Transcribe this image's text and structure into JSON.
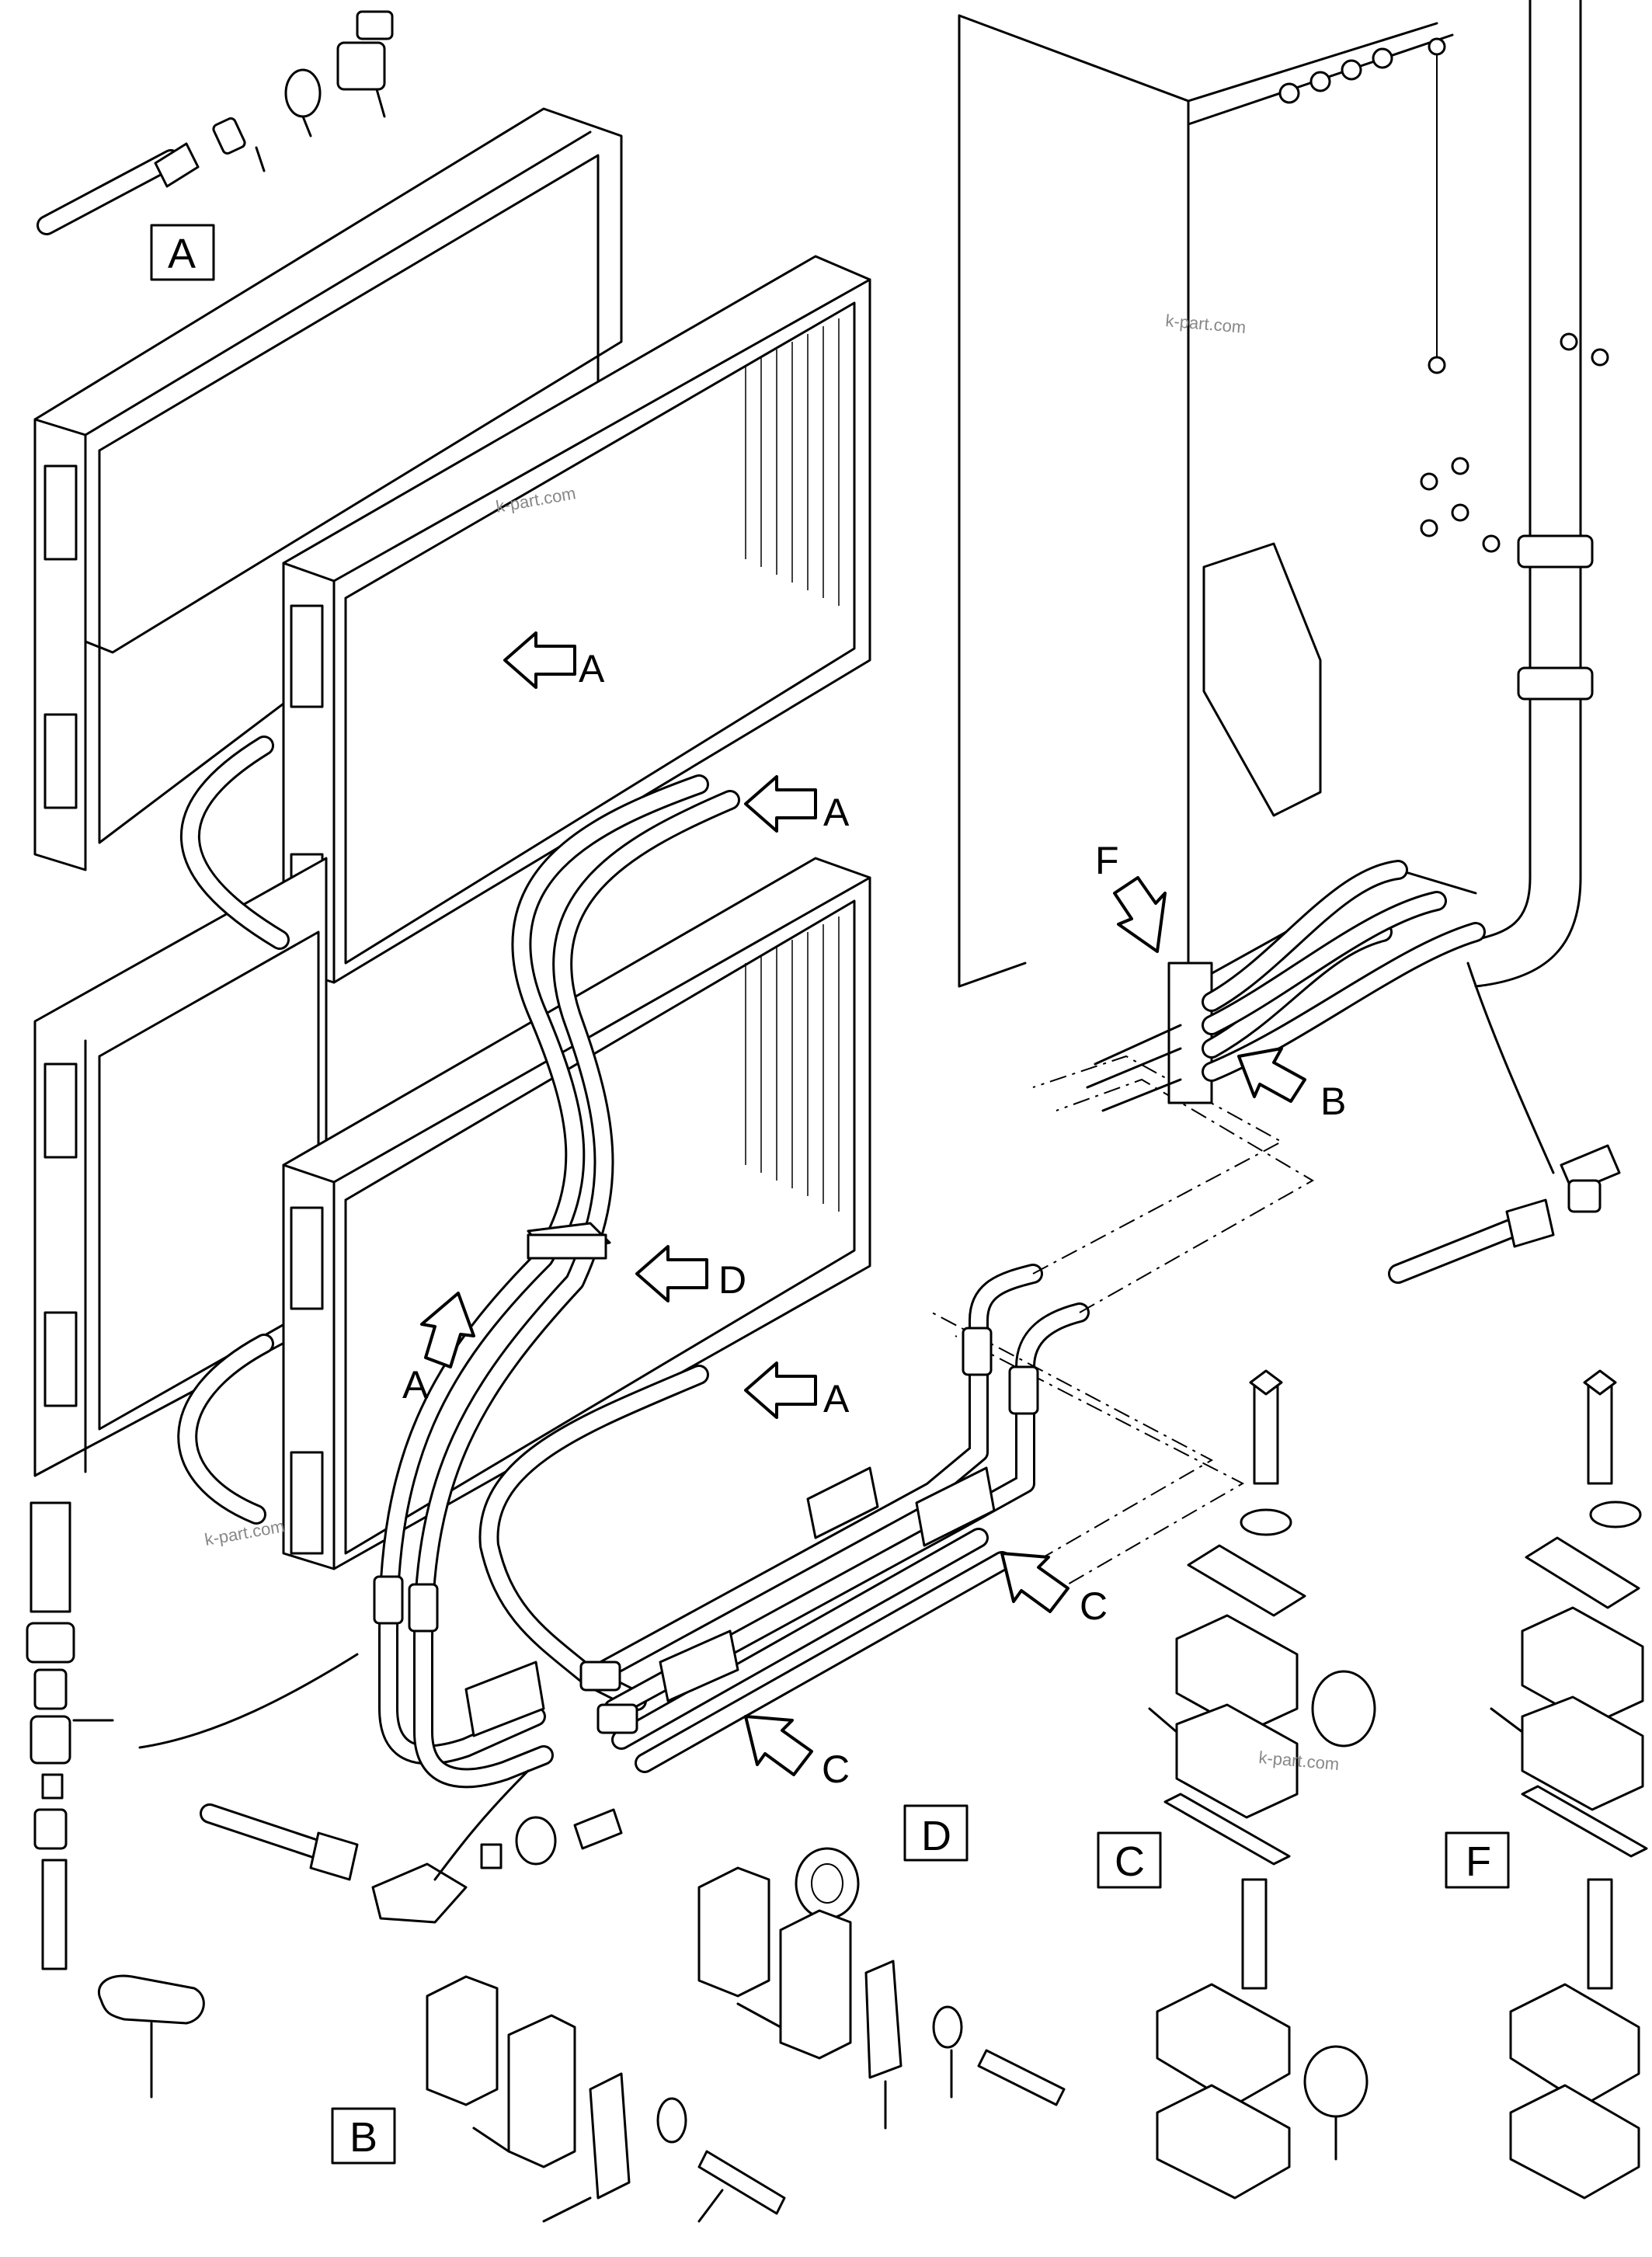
{
  "detail_boxes": {
    "A": "A",
    "B": "B",
    "C": "C",
    "D": "D",
    "F": "F"
  },
  "callouts": {
    "A": "A",
    "B": "B",
    "C": "C",
    "D": "D",
    "F": "F"
  },
  "watermark": "k-part.com"
}
